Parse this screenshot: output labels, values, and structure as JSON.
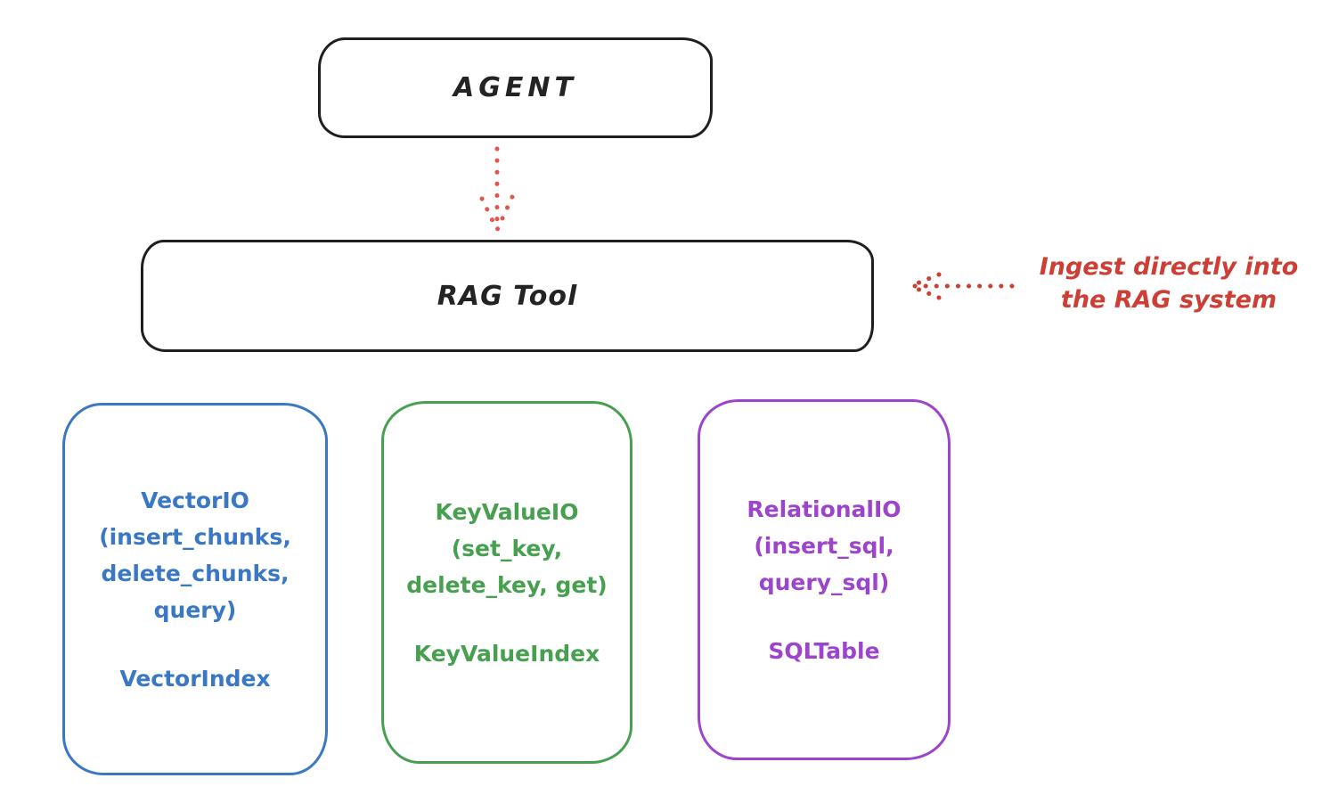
{
  "nodes": {
    "agent": {
      "label": "AGENT"
    },
    "rag_tool": {
      "label": "RAG Tool"
    },
    "vector_io": {
      "lines": [
        "VectorIO",
        "(insert_chunks,",
        "delete_chunks,",
        "query)"
      ],
      "index_label": "VectorIndex",
      "color": "#3b78c3"
    },
    "key_value_io": {
      "lines": [
        "KeyValueIO",
        "(set_key,",
        "delete_key, get)"
      ],
      "index_label": "KeyValueIndex",
      "color": "#47a04f"
    },
    "relational_io": {
      "lines": [
        "RelationalIO",
        "(insert_sql,",
        "query_sql)"
      ],
      "index_label": "SQLTable",
      "color": "#9c45cc"
    }
  },
  "annotations": {
    "ingest": {
      "line1": "Ingest directly into",
      "line2": "the RAG system",
      "color": "#cd3e35"
    }
  },
  "edges": {
    "agent_to_rag_tool": {
      "style": "dotted",
      "direction": "down",
      "color": "#e0564e"
    },
    "ingest_into_rag_tool": {
      "style": "dotted",
      "direction": "left",
      "color": "#cd3e35"
    }
  },
  "colors": {
    "box_stroke": "#1f1f1f",
    "background": "#ffffff"
  }
}
